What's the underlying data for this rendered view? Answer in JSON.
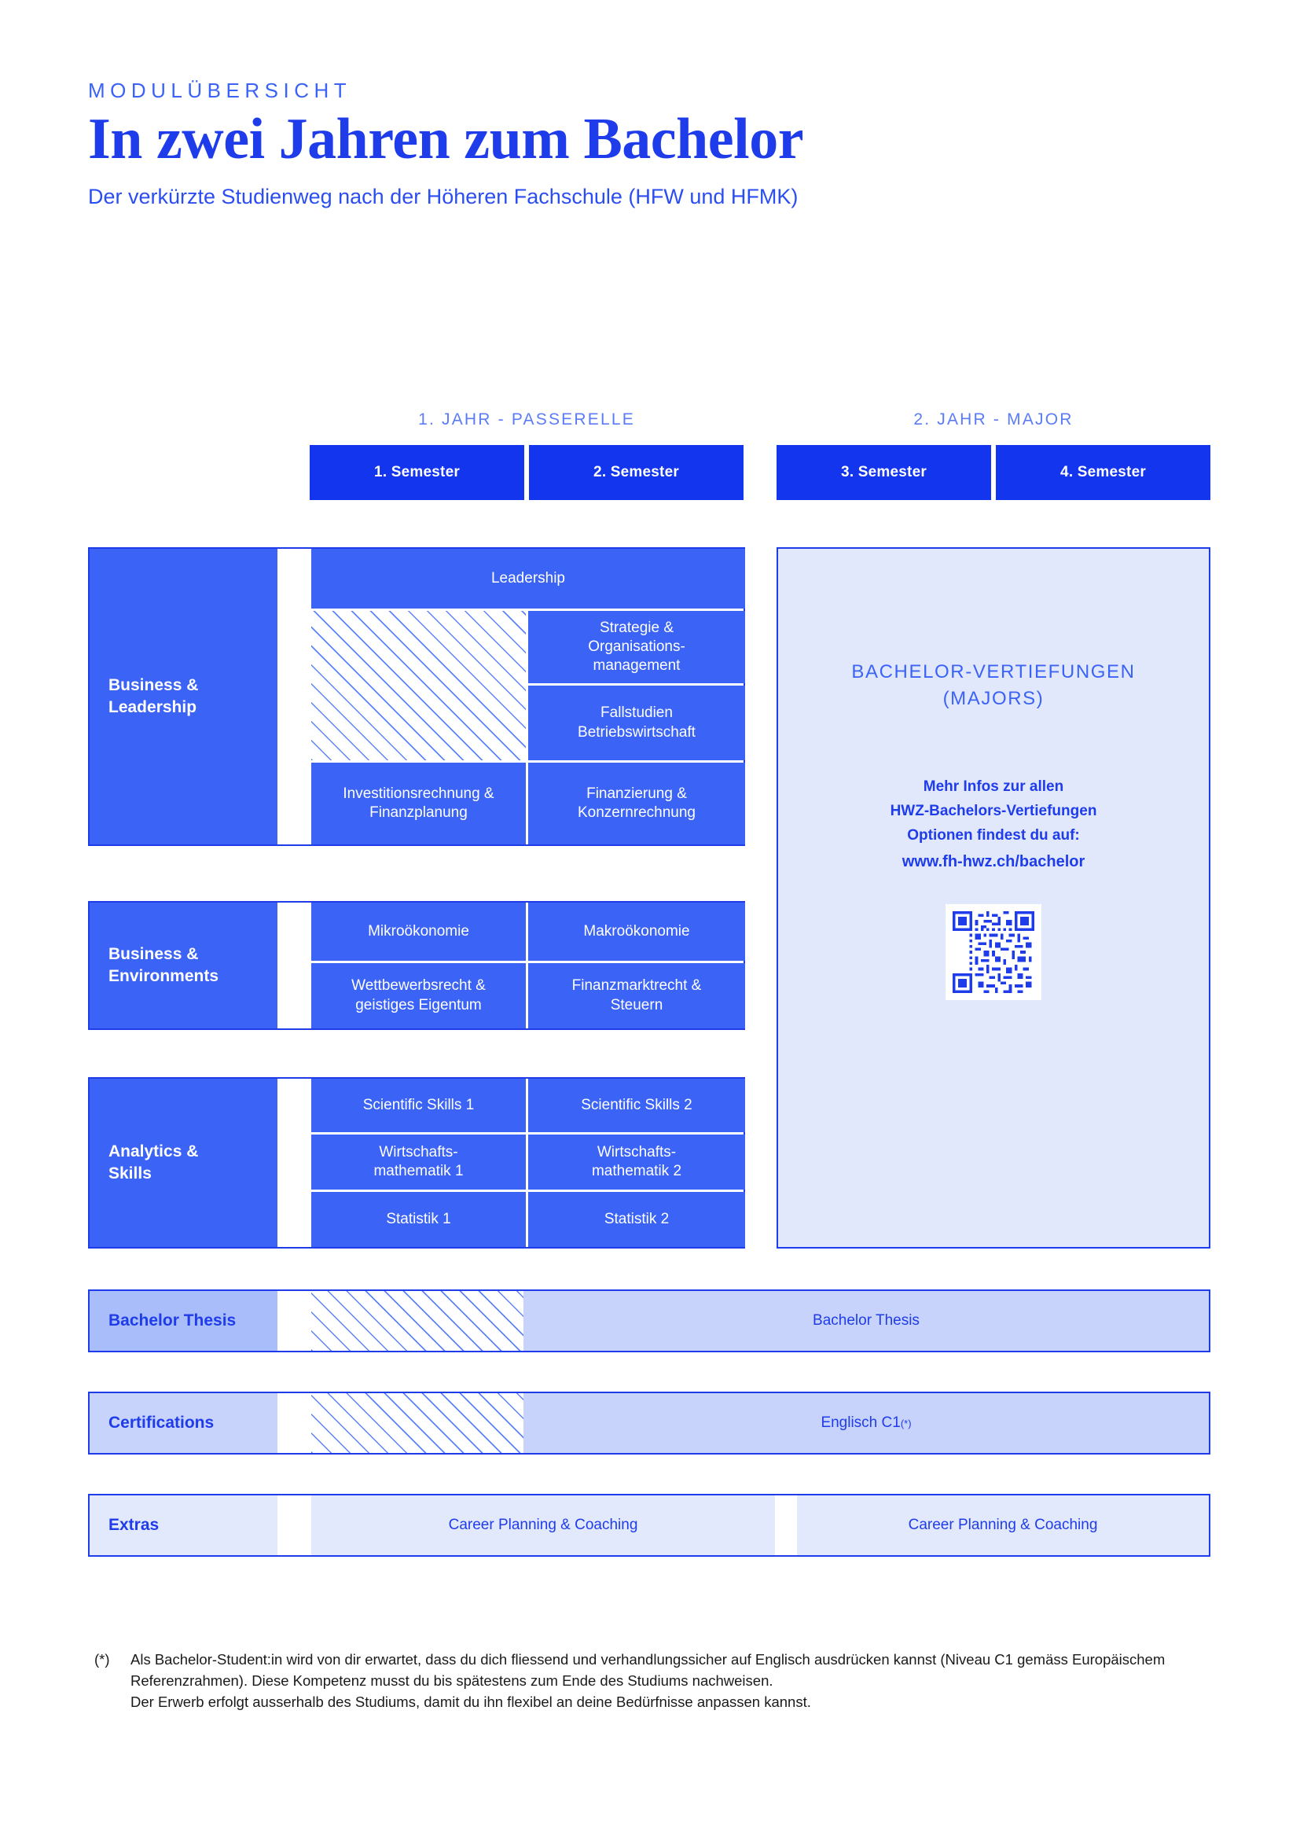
{
  "header": {
    "eyebrow": "MODULÜBERSICHT",
    "headline": "In zwei Jahren zum Bachelor",
    "subline": "Der verkürzte Studienweg nach der Höheren Fachschule (HFW und HFMK)"
  },
  "years": [
    {
      "label": "1. JAHR - PASSERELLE"
    },
    {
      "label": "2. JAHR - MAJOR"
    }
  ],
  "semesters": [
    {
      "label": "1. Semester"
    },
    {
      "label": "2. Semester"
    },
    {
      "label": "3. Semester"
    },
    {
      "label": "4. Semester"
    }
  ],
  "majors_panel": {
    "title": "BACHELOR-VERTIEFUNGEN\n(MAJORS)",
    "info": "Mehr Infos zur allen\nHWZ-Bachelors-Vertiefungen\nOptionen findest du auf:",
    "url": "www.fh-hwz.ch/bachelor",
    "qr_icon": "qr-code-icon"
  },
  "categories": [
    {
      "id": "business-leadership",
      "label": "Business &\nLeadership",
      "tiles": [
        {
          "text": "Leadership",
          "hatch": false
        },
        {
          "text": "",
          "hatch": true
        },
        {
          "text": "Strategie &\nOrganisations-\nmanagement",
          "hatch": false
        },
        {
          "text": "Fallstudien\nBetriebswirtschaft",
          "hatch": false
        },
        {
          "text": "Investitionsrechnung &\nFinanzplanung",
          "hatch": false
        },
        {
          "text": "Finanzierung &\nKonzernrechnung",
          "hatch": false
        }
      ]
    },
    {
      "id": "business-environments",
      "label": "Business &\nEnvironments",
      "tiles": [
        {
          "text": "Mikroökonomie",
          "hatch": false
        },
        {
          "text": "Makroökonomie",
          "hatch": false
        },
        {
          "text": "Wettbewerbsrecht &\ngeistiges Eigentum",
          "hatch": false
        },
        {
          "text": "Finanzmarktrecht &\nSteuern",
          "hatch": false
        }
      ]
    },
    {
      "id": "analytics-skills",
      "label": "Analytics &\nSkills",
      "tiles": [
        {
          "text": "Scientific Skills 1",
          "hatch": false
        },
        {
          "text": "Scientific Skills 2",
          "hatch": false
        },
        {
          "text": "Wirtschafts-\nmathematik 1",
          "hatch": false
        },
        {
          "text": "Wirtschafts-\nmathematik 2",
          "hatch": false
        },
        {
          "text": "Statistik 1",
          "hatch": false
        },
        {
          "text": "Statistik 2",
          "hatch": false
        }
      ]
    }
  ],
  "rows": [
    {
      "id": "bachelor-thesis",
      "label": "Bachelor Thesis",
      "left": "",
      "right": "Bachelor Thesis"
    },
    {
      "id": "certifications",
      "label": "Certifications",
      "left": "",
      "right": "Englisch C1",
      "right_sup": "(*)"
    },
    {
      "id": "extras",
      "label": "Extras",
      "left": "Career Planning & Coaching",
      "right": "Career Planning & Coaching"
    }
  ],
  "footnote": {
    "mark": "(*)",
    "body": "Als Bachelor-Student:in wird von dir erwartet, dass du dich fliessend und verhandlungssicher auf Englisch ausdrücken kannst (Niveau C1 gemäss Europäischem Referenzrahmen). Diese Kompetenz musst du bis spätestens zum Ende des Studiums nachweisen.\nDer Erwerb erfolgt ausserhalb des Studiums, damit du ihn flexibel an deine Bedürfnisse anpassen kannst."
  },
  "colors": {
    "brand_blue": "#1F3CEB",
    "header_blue": "#1335EE",
    "tile_blue": "#3B63F6",
    "panel_light": "#E2E8FC",
    "row_mid": "#A9BDFA",
    "row_light": "#C7D3FB",
    "row_lightest": "#E3E9FD"
  }
}
